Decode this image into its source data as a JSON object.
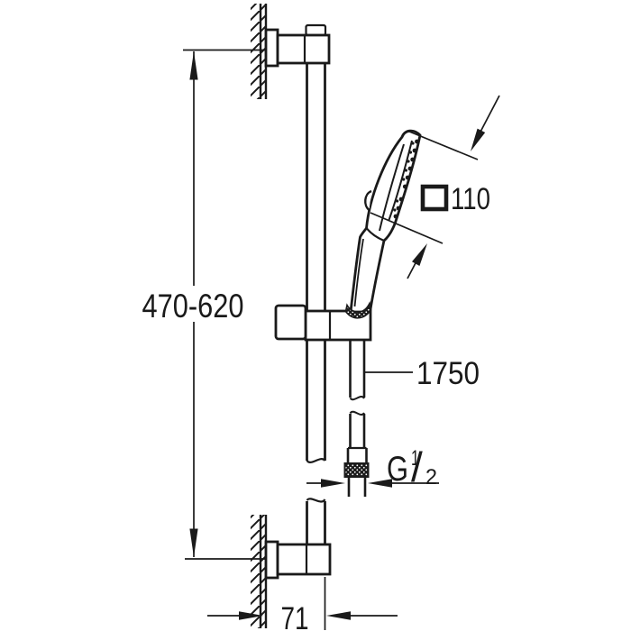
{
  "diagram": {
    "background_color": "#ffffff",
    "line_color": "#1a1a1a",
    "labels": {
      "rail_height_range": "470-620",
      "head_size": "110",
      "hose_length": "1750",
      "thread_letter": "G",
      "thread_numerator": "1",
      "thread_slash": "/",
      "thread_denominator": "2",
      "wall_distance": "71"
    }
  }
}
